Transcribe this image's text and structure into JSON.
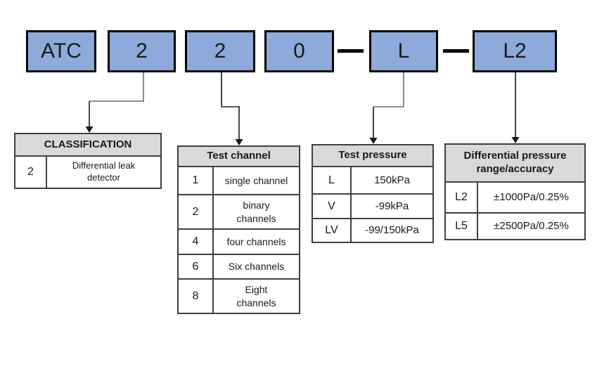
{
  "model_code": {
    "segments": [
      {
        "label": "ATC"
      },
      {
        "label": "2"
      },
      {
        "label": "2"
      },
      {
        "label": "0"
      },
      {
        "label": "L"
      },
      {
        "label": "L2"
      }
    ]
  },
  "tables": {
    "classification": {
      "title": "CLASSIFICATION",
      "rows": [
        {
          "key": "2",
          "value": "Differential leak\ndetector"
        }
      ]
    },
    "test_channel": {
      "title": "Test channel",
      "rows": [
        {
          "key": "1",
          "value": "single channel"
        },
        {
          "key": "2",
          "value": "binary\nchannels"
        },
        {
          "key": "4",
          "value": "four channels"
        },
        {
          "key": "6",
          "value": "Six channels"
        },
        {
          "key": "8",
          "value": "Eight\nchannels"
        }
      ]
    },
    "test_pressure": {
      "title": "Test pressure",
      "rows": [
        {
          "key": "L",
          "value": "150kPa"
        },
        {
          "key": "V",
          "value": "-99kPa"
        },
        {
          "key": "LV",
          "value": "-99/150kPa"
        }
      ]
    },
    "diff_pressure": {
      "title": "Differential pressure\nrange/accuracy",
      "rows": [
        {
          "key": "L2",
          "value": "±1000Pa/0.25%"
        },
        {
          "key": "L5",
          "value": "±2500Pa/0.25%"
        }
      ]
    }
  },
  "colors": {
    "box_fill": "#8EAADB",
    "box_border": "#000000",
    "header_fill": "#D9D9D9",
    "table_border": "#3F3F3F",
    "connector_gray": "#7F7F7F",
    "connector_dark": "#1A1A1A"
  }
}
